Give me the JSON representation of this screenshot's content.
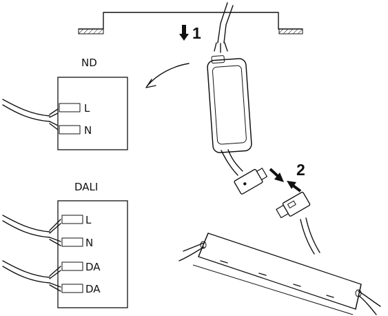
{
  "steps": {
    "one": "1",
    "two": "2"
  },
  "nd": {
    "title": "ND",
    "terminals": [
      "L",
      "N"
    ]
  },
  "dali": {
    "title": "DALI",
    "terminals": [
      "L",
      "N",
      "DA",
      "DA"
    ]
  },
  "colors": {
    "ink": "#111111",
    "background": "#ffffff"
  },
  "icons": [
    "arrow-down-icon",
    "curved-arrow-icon",
    "push-arrow-icon",
    "driver-icon",
    "connector-icon",
    "luminaire-icon",
    "spring-clip-icon"
  ]
}
